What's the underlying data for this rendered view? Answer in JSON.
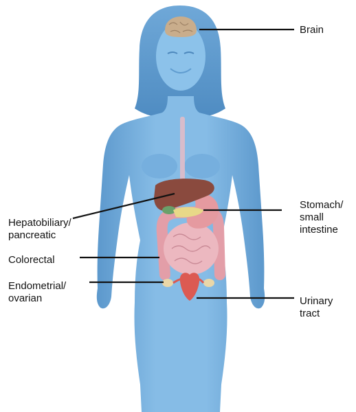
{
  "colors": {
    "background": "#ffffff",
    "body_fill": "#7fb6e2",
    "body_shade": "#5f9ccf",
    "body_light": "#a8d1f0",
    "liver": "#8a4a3e",
    "stomach": "#e59aa0",
    "intestine": "#e8b0b8",
    "colon": "#e39ea8",
    "gallbladder": "#e8d888",
    "brain": "#c9ad8c",
    "uterus": "#dc5a52",
    "ovary": "#ead7a8",
    "leader_lines": "#111111"
  },
  "labels": {
    "brain": "Brain",
    "stomach": "Stomach/\nsmall\nintestine",
    "hepatobiliary": "Hepatobiliary/\npancreatic",
    "colorectal": "Colorectal",
    "endometrial": "Endometrial/\novarian",
    "urinary": "Urinary\ntract"
  }
}
